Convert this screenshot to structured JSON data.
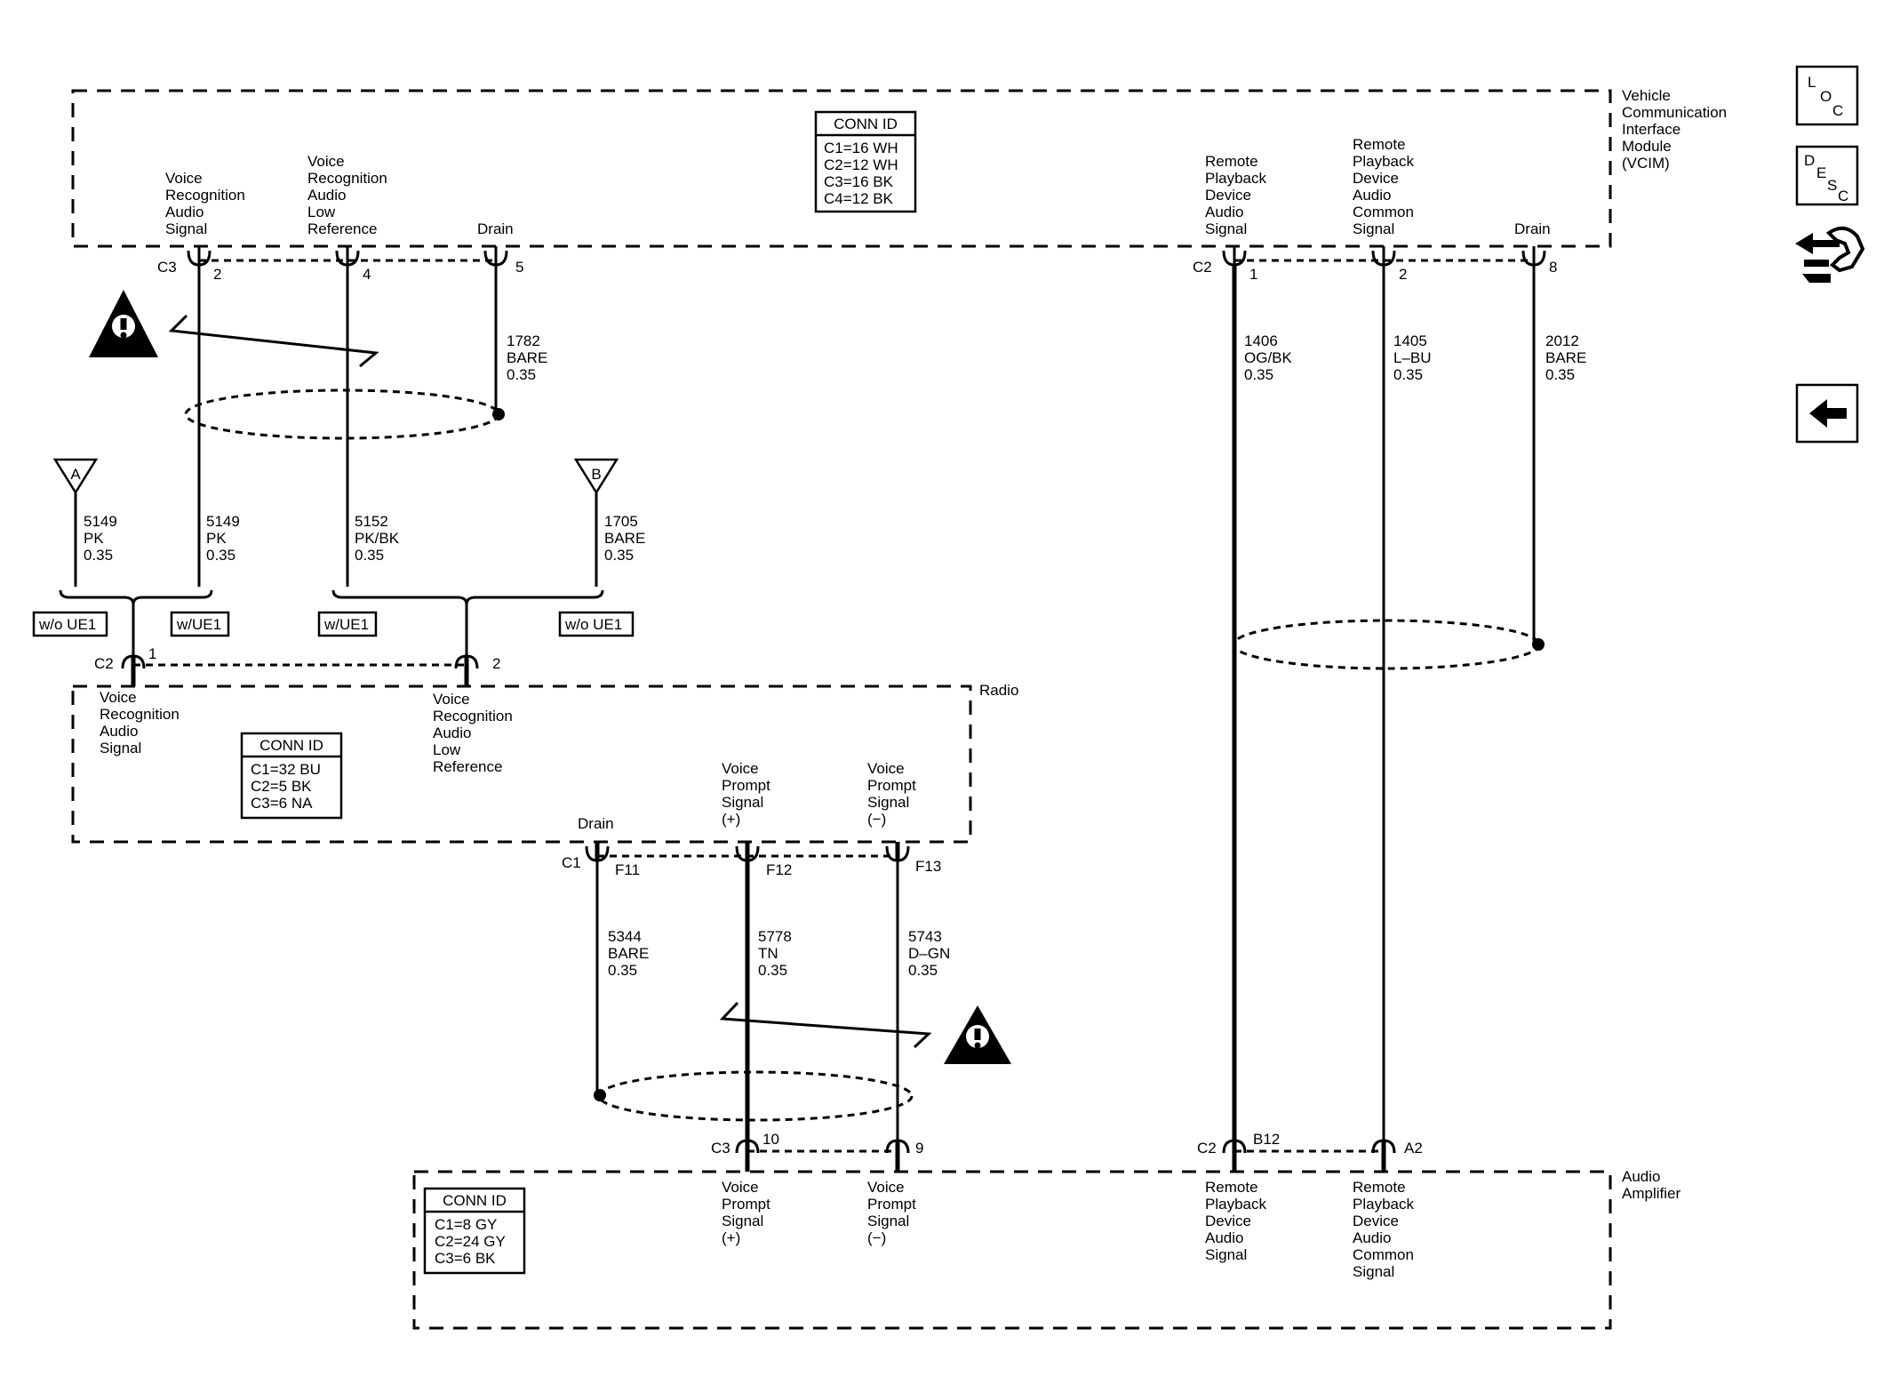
{
  "modules": {
    "vcim": {
      "name": [
        "Vehicle",
        "Communication",
        "Interface",
        "Module",
        "(VCIM)"
      ],
      "conn_id": {
        "title": "CONN ID",
        "rows": [
          "C1=16 WH",
          "C2=12 WH",
          "C3=16 BK",
          "C4=12 BK"
        ]
      },
      "connector_c3": "C3",
      "connector_c2": "C2",
      "pins": [
        {
          "num": "2",
          "label": [
            "Voice",
            "Recognition",
            "Audio",
            "Signal"
          ]
        },
        {
          "num": "4",
          "label": [
            "Voice",
            "Recognition",
            "Audio",
            "Low",
            "Reference"
          ]
        },
        {
          "num": "5",
          "label": [
            "Drain"
          ]
        },
        {
          "num": "1",
          "label": [
            "Remote",
            "Playback",
            "Device",
            "Audio",
            "Signal"
          ]
        },
        {
          "num": "2",
          "label": [
            "Remote",
            "Playback",
            "Device",
            "Audio",
            "Common",
            "Signal"
          ]
        },
        {
          "num": "8",
          "label": [
            "Drain"
          ]
        }
      ]
    },
    "radio": {
      "name": "Radio",
      "conn_id": {
        "title": "CONN ID",
        "rows": [
          "C1=32 BU",
          "C2=5 BK",
          "C3=6 NA"
        ]
      },
      "connector_c2": "C2",
      "connector_c1": "C1",
      "pins": [
        {
          "num": "1",
          "label": [
            "Voice",
            "Recognition",
            "Audio",
            "Signal"
          ]
        },
        {
          "num": "2",
          "label": [
            "Voice",
            "Recognition",
            "Audio",
            "Low",
            "Reference"
          ]
        },
        {
          "num": "F11",
          "label": [
            "Drain"
          ]
        },
        {
          "num": "F12",
          "label": [
            "Voice",
            "Prompt",
            "Signal",
            "(+)"
          ]
        },
        {
          "num": "F13",
          "label": [
            "Voice",
            "Prompt",
            "Signal",
            "(−)"
          ]
        }
      ]
    },
    "amp": {
      "name": [
        "Audio",
        "Amplifier"
      ],
      "conn_id": {
        "title": "CONN ID",
        "rows": [
          "C1=8 GY",
          "C2=24 GY",
          "C3=6 BK"
        ]
      },
      "connector_c3": "C3",
      "connector_c2": "C2",
      "pins": [
        {
          "num": "10",
          "label": [
            "Voice",
            "Prompt",
            "Signal",
            "(+)"
          ]
        },
        {
          "num": "9",
          "label": [
            "Voice",
            "Prompt",
            "Signal",
            "(−)"
          ]
        },
        {
          "num": "B12",
          "label": [
            "Remote",
            "Playback",
            "Device",
            "Audio",
            "Signal"
          ]
        },
        {
          "num": "A2",
          "label": [
            "Remote",
            "Playback",
            "Device",
            "Audio",
            "Common",
            "Signal"
          ]
        }
      ]
    }
  },
  "wires": {
    "w1782": [
      "1782",
      "BARE",
      "0.35"
    ],
    "w5149a": [
      "5149",
      "PK",
      "0.35"
    ],
    "w5149b": [
      "5149",
      "PK",
      "0.35"
    ],
    "w5152": [
      "5152",
      "PK/BK",
      "0.35"
    ],
    "w1705": [
      "1705",
      "BARE",
      "0.35"
    ],
    "w1406": [
      "1406",
      "OG/BK",
      "0.35"
    ],
    "w1405": [
      "1405",
      "L–BU",
      "0.35"
    ],
    "w2012": [
      "2012",
      "BARE",
      "0.35"
    ],
    "w5344": [
      "5344",
      "BARE",
      "0.35"
    ],
    "w5778": [
      "5778",
      "TN",
      "0.35"
    ],
    "w5743": [
      "5743",
      "D–GN",
      "0.35"
    ]
  },
  "options": {
    "wo_ue1_left": "w/o UE1",
    "w_ue1_left": "w/UE1",
    "w_ue1_right": "w/UE1",
    "wo_ue1_right": "w/o UE1"
  },
  "references": {
    "a": "A",
    "b": "B"
  },
  "nav": {
    "loc": [
      "L",
      "O",
      "C"
    ],
    "desc": [
      "D",
      "E",
      "S",
      "C"
    ]
  },
  "icons": {
    "warning": "warning-icon",
    "connector_view": "connector-hand-icon",
    "back": "back-arrow-icon"
  }
}
